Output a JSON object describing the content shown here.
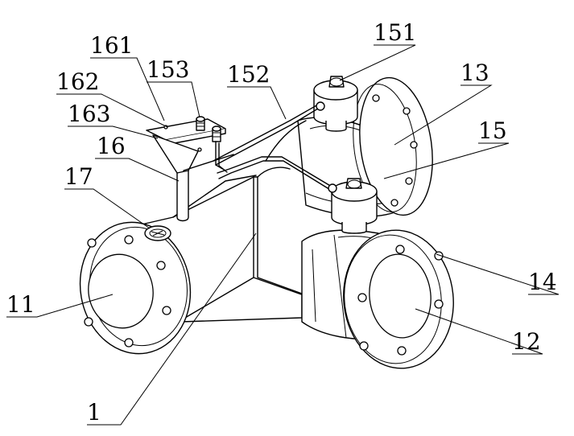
{
  "labels": {
    "l1": "1",
    "l11": "11",
    "l12": "12",
    "l13": "13",
    "l14": "14",
    "l15": "15",
    "l16": "16",
    "l17": "17",
    "l151": "151",
    "l152": "152",
    "l153": "153",
    "l161": "161",
    "l162": "162",
    "l163": "163"
  }
}
